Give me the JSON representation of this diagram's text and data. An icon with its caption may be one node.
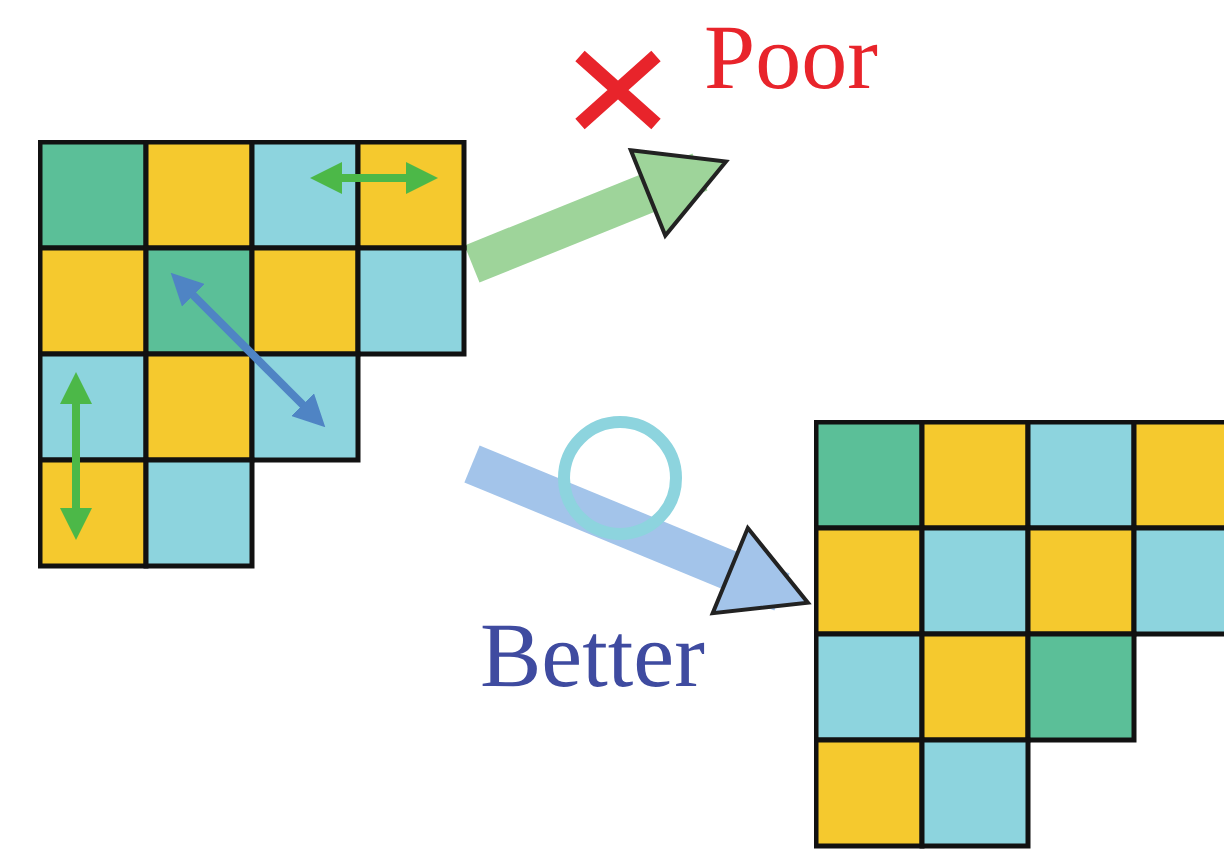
{
  "diagram": {
    "nodes": [
      {
        "text": [],
        "shape": "grid"
      },
      {
        "text": [],
        "shape": "grid"
      }
    ],
    "edges": [
      {
        "from": 0,
        "to": null,
        "arrow": "to",
        "label": "Poor",
        "color": "#9ed49a"
      },
      {
        "from": 0,
        "to": 1,
        "arrow": "to",
        "label": "Better",
        "color": "#a3c4ea"
      }
    ]
  }
}
